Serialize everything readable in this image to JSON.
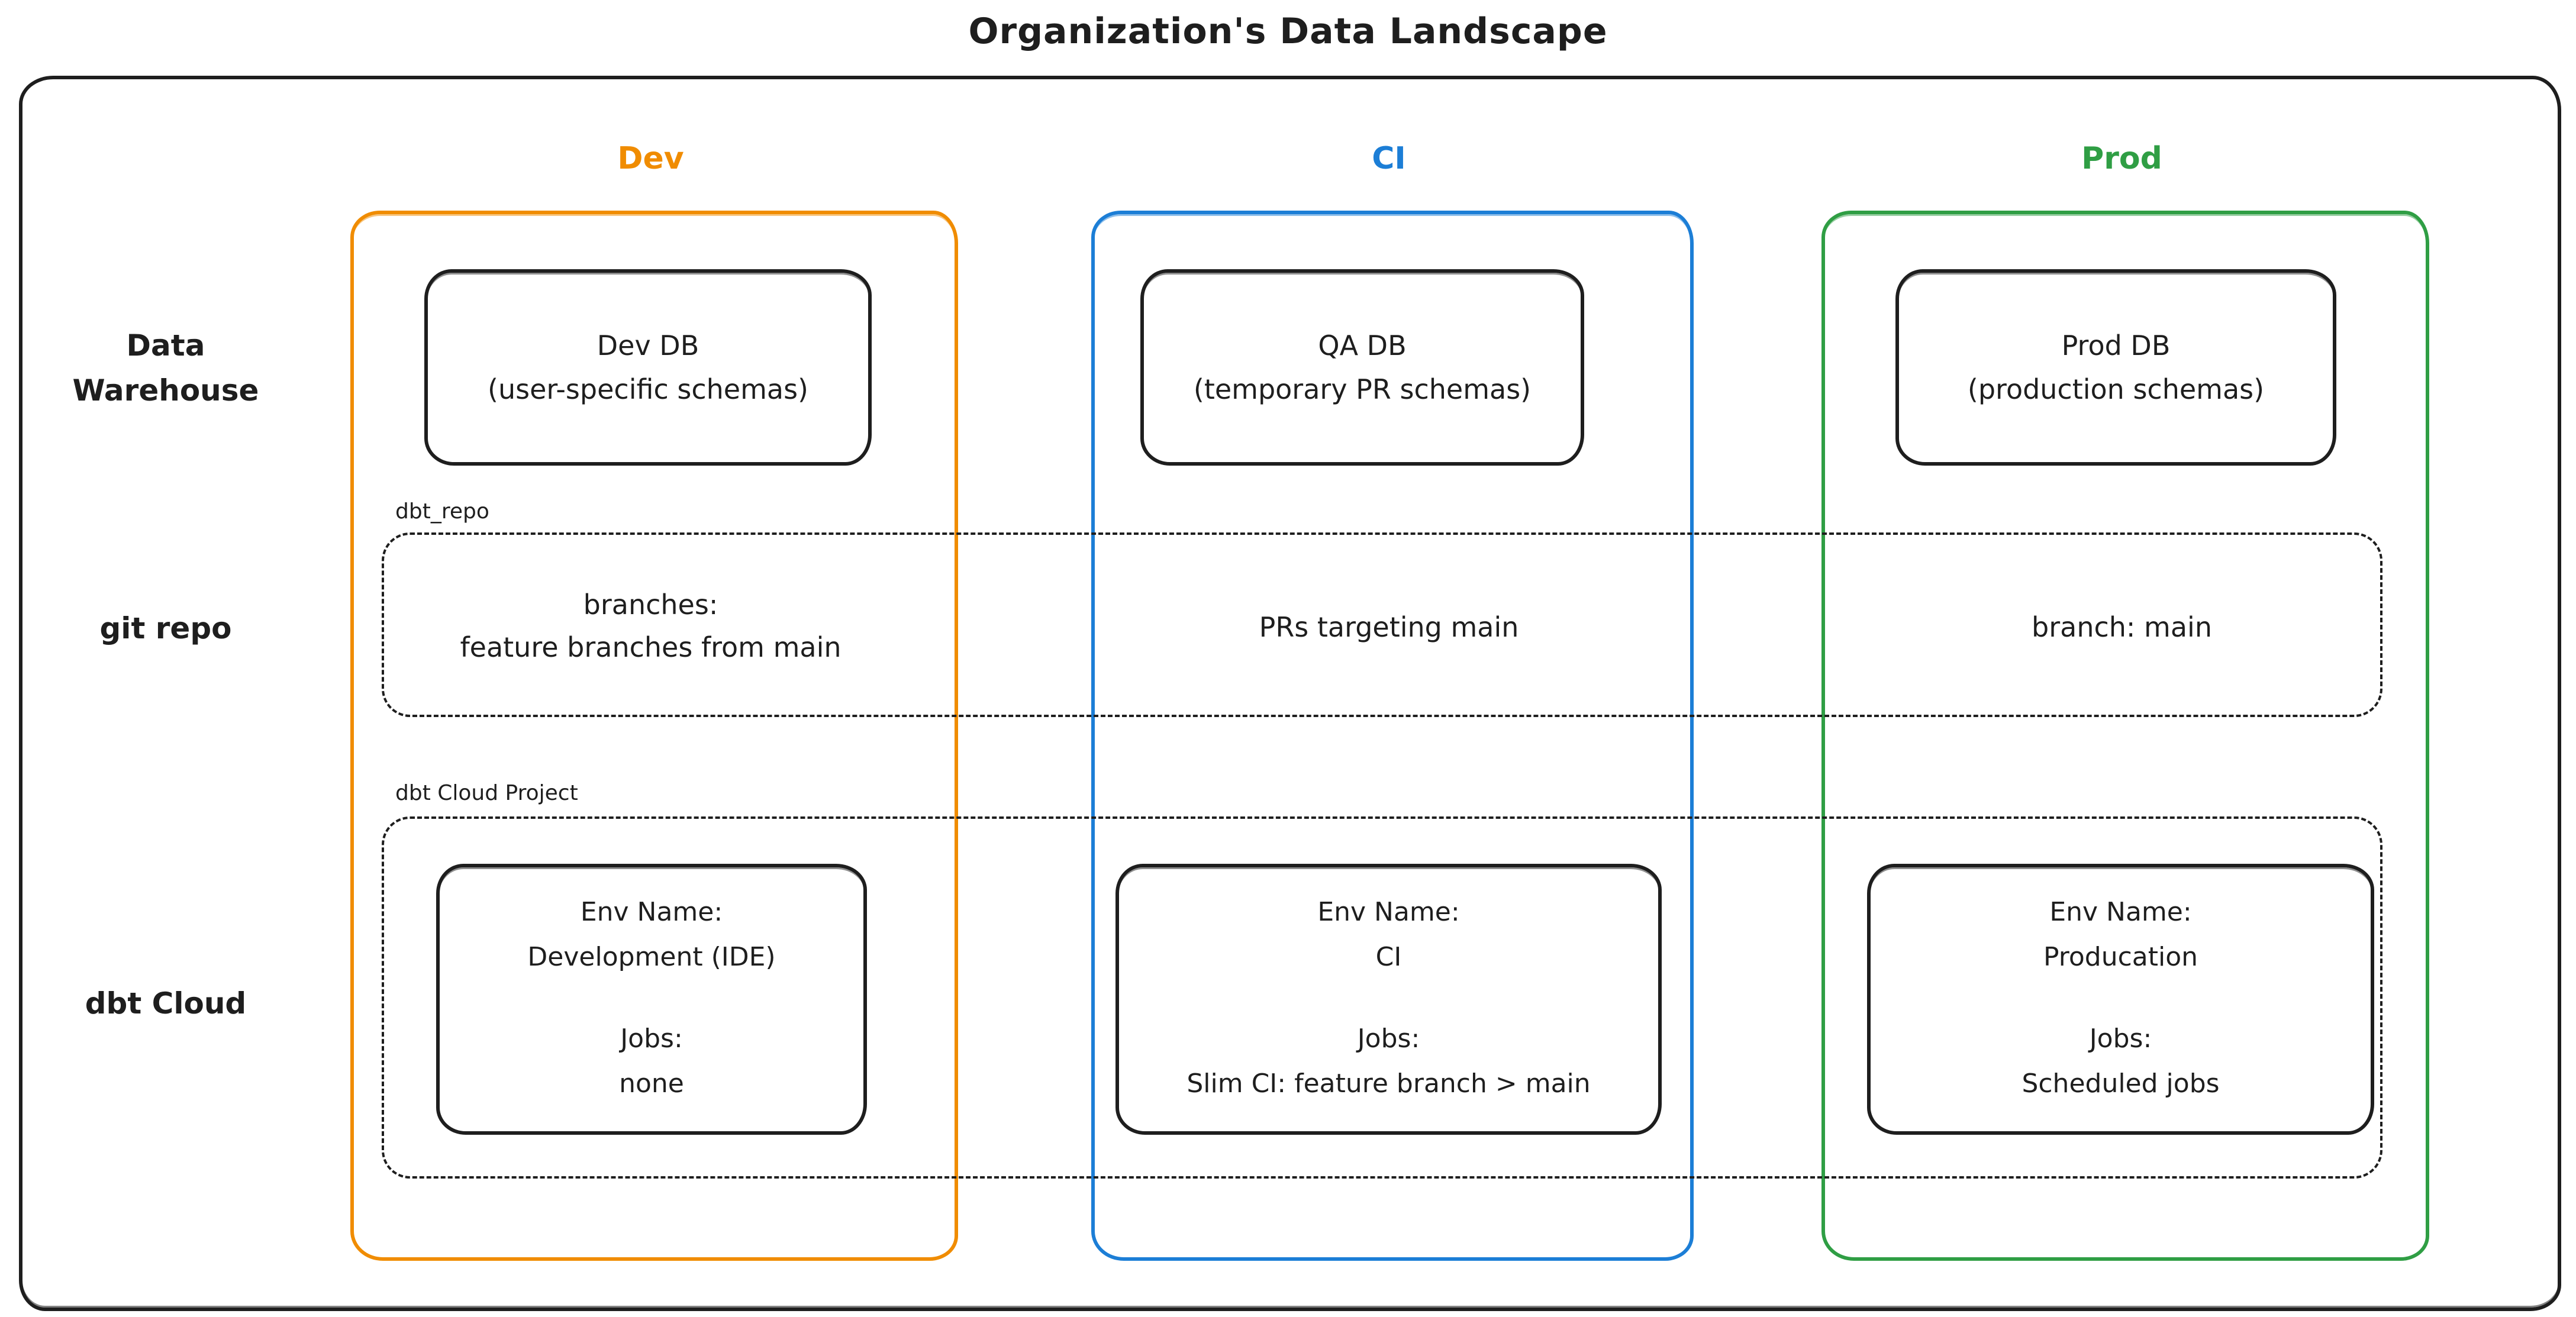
{
  "title": "Organization's Data Landscape",
  "colors": {
    "dev": "#f08c00",
    "ci": "#1c7ed6",
    "prod": "#2f9e44",
    "ink": "#1e1e1e",
    "background": "#ffffff"
  },
  "column_headers": {
    "dev": "Dev",
    "ci": "CI",
    "prod": "Prod"
  },
  "row_labels": {
    "warehouse_line1": "Data",
    "warehouse_line2": "Warehouse",
    "git": "git repo",
    "dbt": "dbt Cloud"
  },
  "warehouse_row": {
    "dev": {
      "name": "Dev DB",
      "schemas": "(user-specific schemas)"
    },
    "ci": {
      "name": "QA DB",
      "schemas": "(temporary PR schemas)"
    },
    "prod": {
      "name": "Prod DB",
      "schemas": "(production schemas)"
    }
  },
  "git_row": {
    "container_label": "dbt_repo",
    "dev_line1": "branches:",
    "dev_line2": "feature branches from main",
    "ci": "PRs targeting main",
    "prod": "branch: main"
  },
  "dbt_row": {
    "container_label": "dbt Cloud Project",
    "dev": {
      "env_label": "Env Name:",
      "env_value": "Development (IDE)",
      "jobs_label": "Jobs:",
      "jobs_value": "none"
    },
    "ci": {
      "env_label": "Env Name:",
      "env_value": "CI",
      "jobs_label": "Jobs:",
      "jobs_value": "Slim CI: feature branch > main"
    },
    "prod": {
      "env_label": "Env Name:",
      "env_value": "Producation",
      "jobs_label": "Jobs:",
      "jobs_value": "Scheduled jobs"
    }
  }
}
